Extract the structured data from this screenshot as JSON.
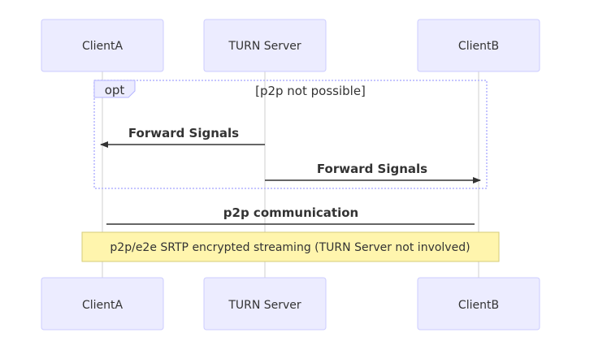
{
  "actors": {
    "client_a": "ClientA",
    "turn_server": "TURN Server",
    "client_b": "ClientB"
  },
  "opt_block": {
    "tag": "opt",
    "condition": "[p2p not possible]"
  },
  "messages": {
    "forward_signals_to_a": "Forward Signals",
    "forward_signals_to_b": "Forward Signals",
    "p2p_communication": "p2p communication"
  },
  "note": {
    "text": "p2p/e2e SRTP encrypted streaming (TURN Server not involved)"
  }
}
